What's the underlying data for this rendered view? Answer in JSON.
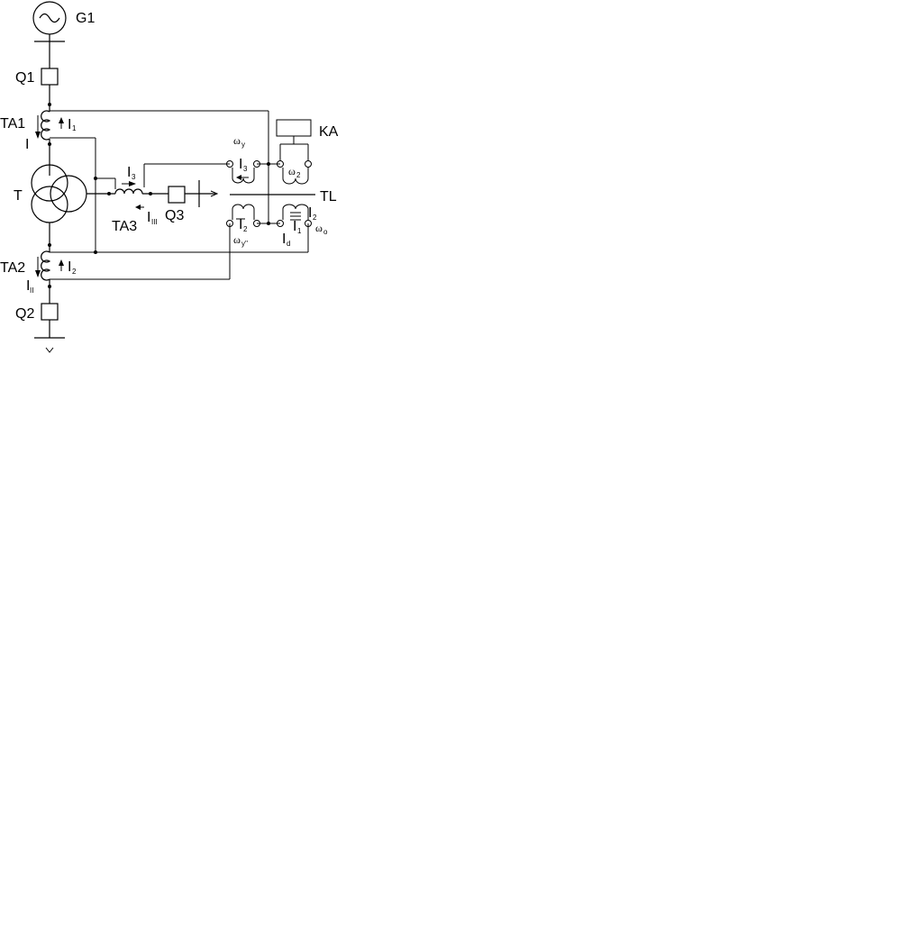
{
  "labels": {
    "generator": "G1",
    "breaker_q1": "Q1",
    "ct_ta1": "TA1",
    "ct_ta1_current": "I",
    "ct_ta1_current_sub": "I",
    "ct_ta1_arrow_current": "I",
    "ct_ta1_arrow_sub": "1",
    "transformer": "T",
    "ct_ta3": "TA3",
    "ct_ta3_current": "I",
    "ct_ta3_current_sub": "III",
    "ct_ta3_arrow_current": "I",
    "ct_ta3_arrow_sub": "3",
    "breaker_q3": "Q3",
    "ct_ta2": "TA2",
    "ct_ta2_current": "I",
    "ct_ta2_current_sub": "II",
    "ct_ta2_arrow_current": "I",
    "ct_ta2_arrow_sub": "2",
    "breaker_q2": "Q2",
    "relay_ka": "KA",
    "relay_tl": "TL",
    "omega_y": "ω",
    "omega_y_sub": "y",
    "omega_2": "ω",
    "omega_2_sub": "2",
    "omega_yp": "ω",
    "omega_yp_sub": "y''",
    "omega_o": "ω",
    "omega_o_sub": "o",
    "coil_i3": "I",
    "coil_i3_sub": "3",
    "coil_i2": "I",
    "coil_i2_sub": "2",
    "coil_i2b": "I",
    "coil_i2b_sub": "2",
    "coil_i1": "I",
    "coil_i1_sub": "1",
    "coil_id": "I",
    "coil_id_sub": "d"
  }
}
